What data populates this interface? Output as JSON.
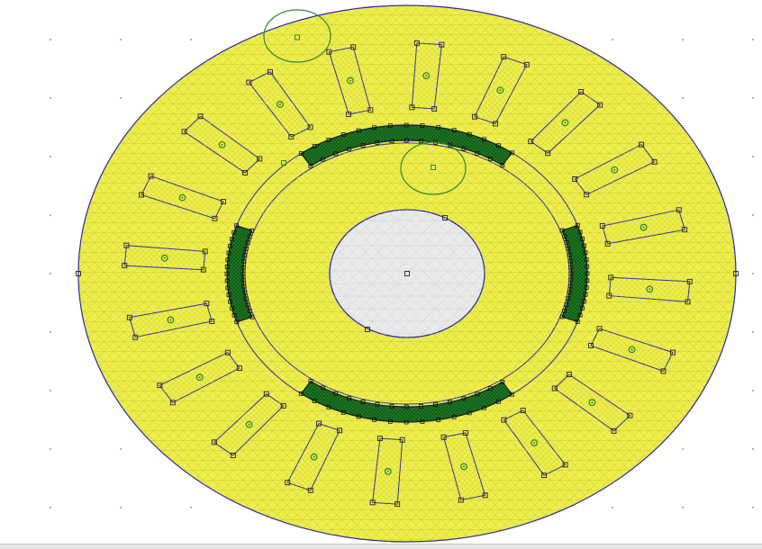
{
  "colors": {
    "background": "#ffffff",
    "mesh_fill": "#eded4e",
    "mesh_line": "#c9c92a",
    "boundary": "#2a2aa8",
    "winding": "#1f7a1f",
    "winding_dark": "#0d4a1a",
    "node": "#222222",
    "label_circle": "#2e8b2e",
    "air_region": "#e9e9e9",
    "air_mesh": "#cfcfcf",
    "status_strip": "#e6e6e6"
  },
  "icons": {
    "block_label": "green-circle-marker",
    "node": "square-node-marker",
    "grid_point": "dot-marker"
  },
  "model": {
    "outer_slot_count": 20,
    "coil_sectors": 4,
    "selection_circles": 2
  }
}
